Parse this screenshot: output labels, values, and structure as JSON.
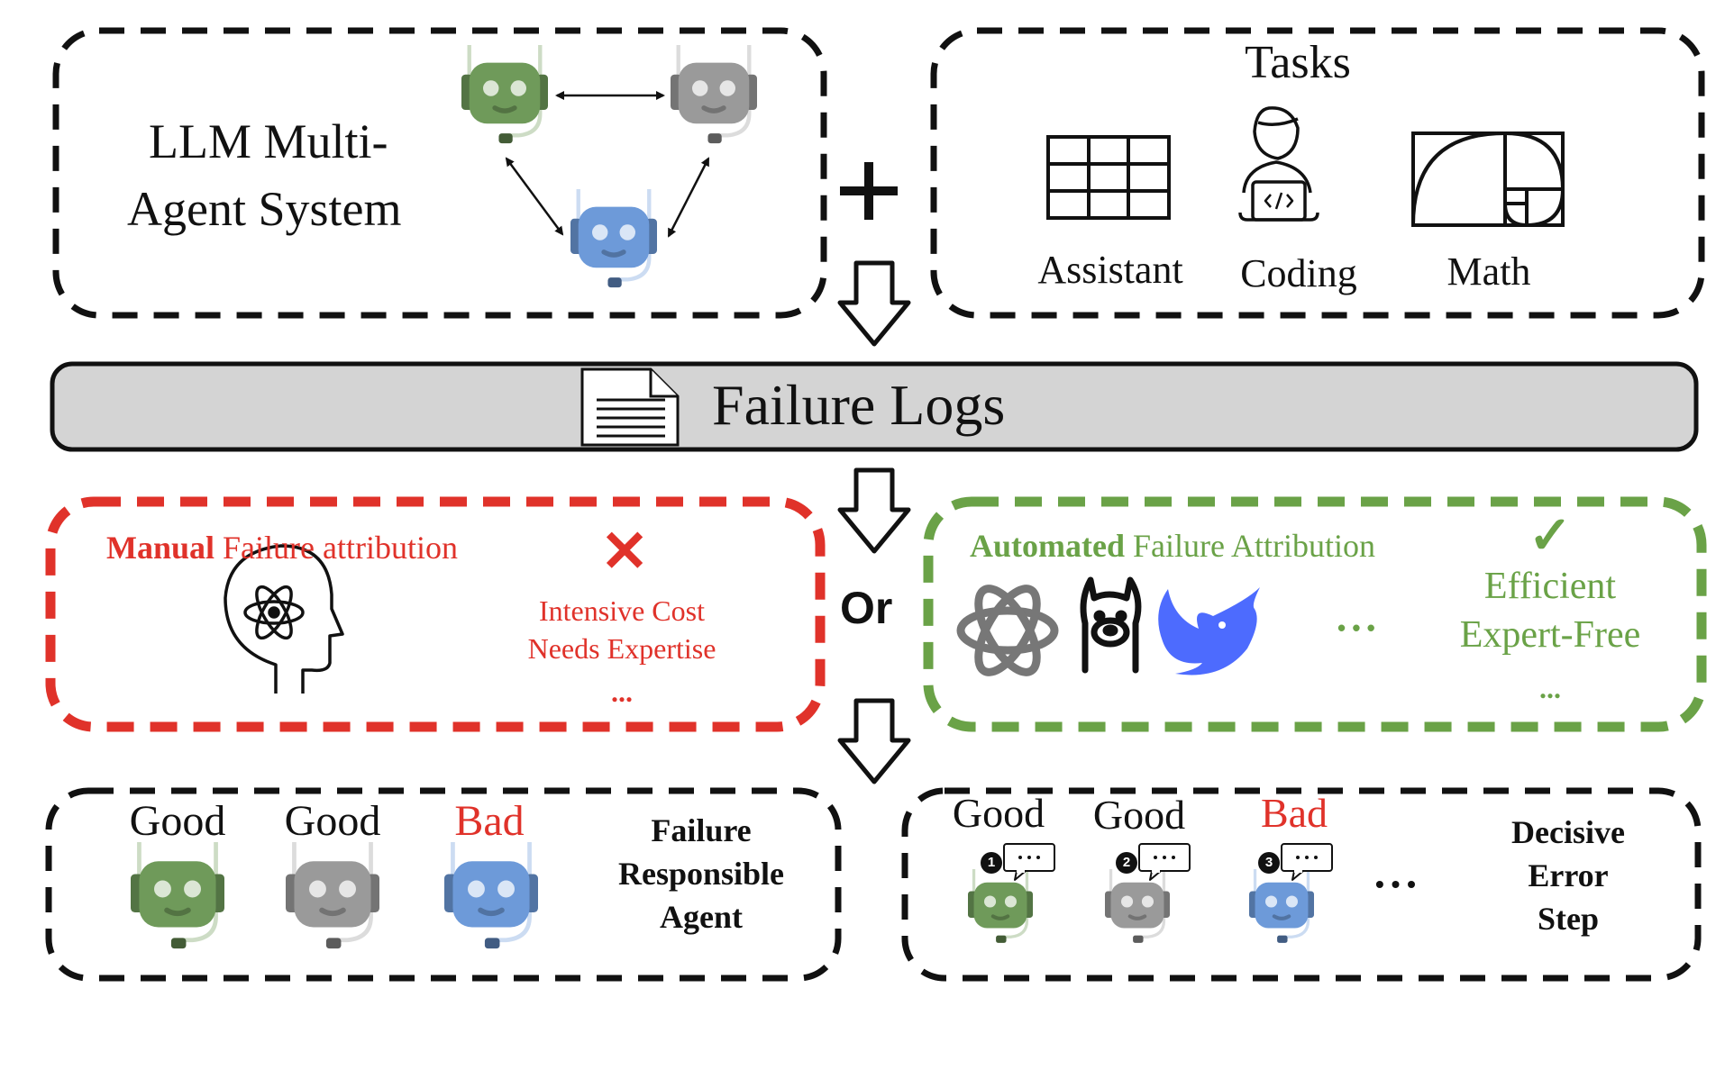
{
  "mas_panel": {
    "title_line1": "LLM Multi-",
    "title_line2": "Agent System"
  },
  "plus_symbol": "+",
  "tasks_panel": {
    "title": "Tasks",
    "items": [
      {
        "label": "Assistant",
        "icon": "grid-table-icon"
      },
      {
        "label": "Coding",
        "icon": "person-laptop-code-icon"
      },
      {
        "label": "Math",
        "icon": "golden-spiral-icon"
      }
    ]
  },
  "failure_logs": {
    "label": "Failure Logs",
    "icon": "document-icon",
    "color": "#d4d4d4"
  },
  "or_label": "Or",
  "manual_panel": {
    "title_bold": "Manual",
    "title_rest": " Failure attribution",
    "icon": "head-atom-icon",
    "mark": "✕",
    "points": [
      "Intensive Cost",
      "Needs Expertise",
      "..."
    ],
    "color": "#e0322a"
  },
  "automated_panel": {
    "title_bold": "Automated",
    "title_rest": " Failure Attribution",
    "icons": [
      "openai-logo-icon",
      "llama-logo-icon",
      "deepseek-whale-icon"
    ],
    "ellipsis": "• • •",
    "mark": "✓",
    "points": [
      "Efficient",
      "Expert-Free",
      "..."
    ],
    "color": "#6aa247"
  },
  "agent_result_panel": {
    "labels": [
      "Good",
      "Good",
      "Bad"
    ],
    "caption_lines": [
      "Failure",
      "Responsible",
      "Agent"
    ]
  },
  "step_result_panel": {
    "labels": [
      "Good",
      "Good",
      "Bad"
    ],
    "step_numbers": [
      "1",
      "2",
      "3"
    ],
    "bubble_text": "···",
    "ellipsis": "• • •",
    "caption_lines": [
      "Decisive",
      "Error",
      "Step"
    ]
  },
  "colors": {
    "robot_green": "#6f9a5a",
    "robot_gray": "#9a9a9a",
    "robot_blue": "#6d9ad9",
    "bad_red": "#e0322a"
  }
}
